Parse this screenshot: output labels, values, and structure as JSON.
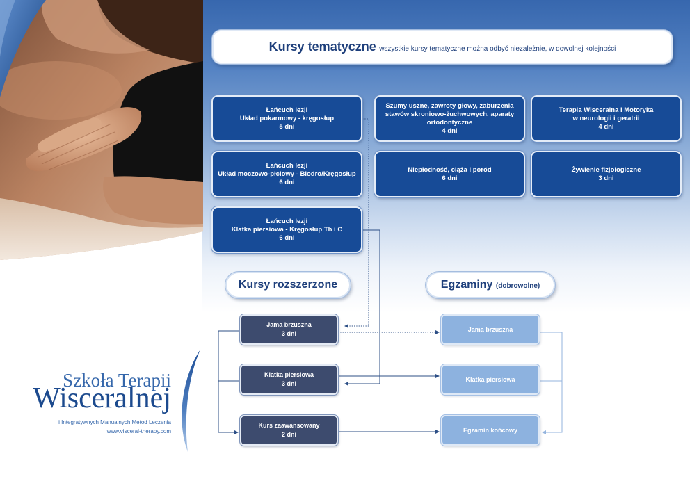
{
  "header": {
    "title": "Kursy tematyczne",
    "note": "wszystkie kursy tematyczne można odbyć niezależnie, w dowolnej kolejności"
  },
  "thematic_courses": [
    {
      "lines": [
        "Łańcuch lezji",
        "Układ pokarmowy - kręgosłup"
      ],
      "duration": "5 dni"
    },
    {
      "lines": [
        "Łańcuch lezji",
        "Układ moczowo-płciowy - Biodro/Kręgosłup"
      ],
      "duration": "6 dni"
    },
    {
      "lines": [
        "Łańcuch lezji",
        "Klatka piersiowa - Kręgosłup Th i C"
      ],
      "duration": "6 dni"
    },
    {
      "lines": [
        "Szumy uszne, zawroty głowy, zaburzenia",
        "stawów skroniowo-żuchwowych, aparaty",
        "ortodontyczne"
      ],
      "duration": "4 dni"
    },
    {
      "lines": [
        "Niepłodność, ciąża i poród"
      ],
      "duration": "6 dni"
    },
    {
      "lines": [
        "Terapia Wisceralna i Motoryka",
        "w neurologii i geratrii"
      ],
      "duration": "4 dni"
    },
    {
      "lines": [
        "Żywienie fizjologiczne"
      ],
      "duration": "3 dni"
    }
  ],
  "extended_courses": {
    "heading": "Kursy rozszerzone",
    "items": [
      {
        "name": "Jama brzuszna",
        "duration": "3 dni"
      },
      {
        "name": "Klatka piersiowa",
        "duration": "3 dni"
      },
      {
        "name": "Kurs zaawansowany",
        "duration": "2 dni"
      }
    ]
  },
  "exams": {
    "heading": "Egzaminy",
    "heading_note": "(dobrowolne)",
    "items": [
      "Jama brzuszna",
      "Klatka piersiowa",
      "Egzamin końcowy"
    ]
  },
  "logo": {
    "line1": "Szkoła Terapii",
    "line2": "Wisceralnej",
    "tagline": "i Integratywnych Manualnych Metod Leczenia",
    "website": "www.visceral-therapy.com"
  },
  "colors": {
    "thematic_box": "#174b97",
    "extended_box": "#3d4b6e",
    "exam_box": "#8db2df",
    "heading_text": "#1e3f7b",
    "logo_light": "#3567ab",
    "logo_dark": "#1c4a8e",
    "connector": "#2d4f86",
    "exam_connector": "#93b3dd"
  }
}
